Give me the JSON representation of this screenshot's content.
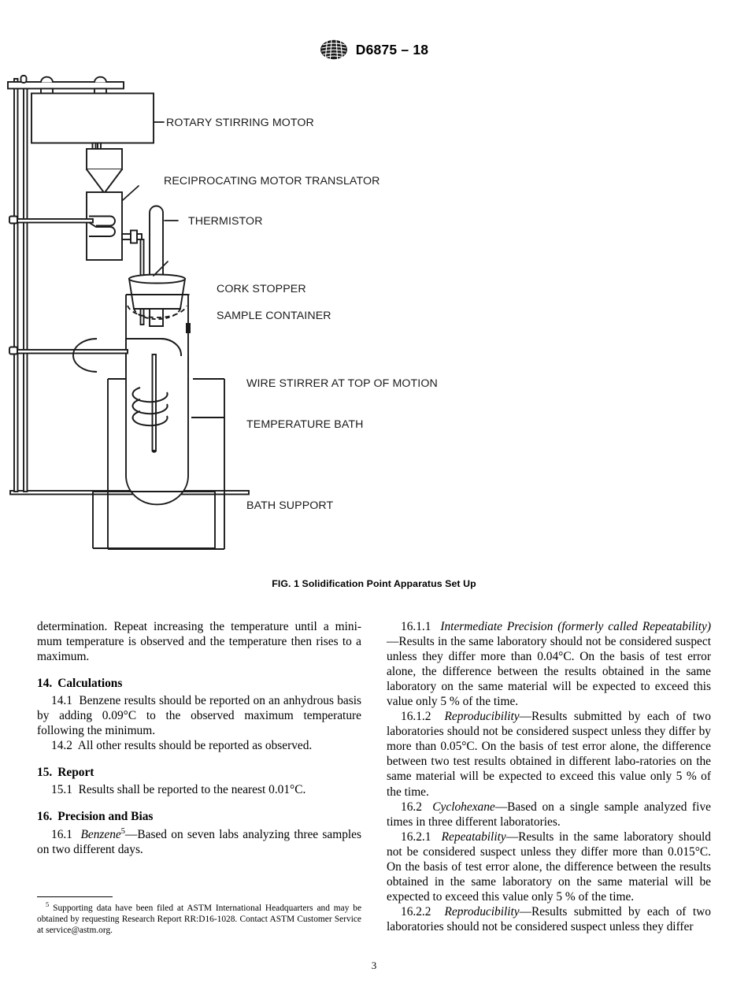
{
  "header": {
    "logo_icon": "astm-logo-icon",
    "designation": "D6875 – 18"
  },
  "figure": {
    "caption": "FIG. 1 Solidification Point Apparatus Set Up",
    "labels": {
      "rotary_stirring_motor": "ROTARY STIRRING MOTOR",
      "reciprocating_motor_translator": "RECIPROCATING MOTOR TRANSLATOR",
      "thermistor": "THERMISTOR",
      "cork_stopper": "CORK STOPPER",
      "sample_container": "SAMPLE CONTAINER",
      "wire_stirrer": "WIRE STIRRER AT TOP OF MOTION",
      "temperature_bath": "TEMPERATURE BATH",
      "bath_support": "BATH SUPPORT"
    }
  },
  "left_column": {
    "continued_paragraph": "determination. Repeat increasing the temperature until a mini-mum temperature is observed and the temperature then rises to a maximum.",
    "section_14": {
      "number": "14.",
      "title": "Calculations",
      "p1_num": "14.1",
      "p1_text": "Benzene results should be reported on an anhydrous basis by adding 0.09°C to the observed maximum temperature following the minimum.",
      "p2_num": "14.2",
      "p2_text": "All other results should be reported as observed."
    },
    "section_15": {
      "number": "15.",
      "title": "Report",
      "p1_num": "15.1",
      "p1_text": "Results shall be reported to the nearest 0.01°C."
    },
    "section_16": {
      "number": "16.",
      "title": "Precision and Bias",
      "p1_num": "16.1",
      "p1_term": "Benzene",
      "p1_footnote_marker": "5",
      "p1_text": "—Based on seven labs analyzing three samples on two different days."
    }
  },
  "right_column": {
    "p_16_1_1": {
      "number": "16.1.1",
      "term": "Intermediate Precision (formerly called Repeatability)",
      "text": "—Results in the same laboratory should not be considered suspect unless they differ more than 0.04°C. On the basis of test error alone, the difference between the results obtained in the same laboratory on the same material will be expected to exceed this value only 5 % of the time."
    },
    "p_16_1_2": {
      "number": "16.1.2",
      "term": "Reproducibility",
      "text": "—Results submitted by each of two laboratories should not be considered suspect unless they differ by more than 0.05°C. On the basis of test error alone, the difference between two test results obtained in different labo-ratories on the same material will be expected to exceed this value only 5 % of the time."
    },
    "p_16_2": {
      "number": "16.2",
      "term": "Cyclohexane",
      "text": "—Based on a single sample analyzed five times in three different laboratories."
    },
    "p_16_2_1": {
      "number": "16.2.1",
      "term": "Repeatability",
      "text": "—Results in the same laboratory should not be considered suspect unless they differ more than 0.015°C. On the basis of test error alone, the difference between the results obtained in the same laboratory on the same material will be expected to exceed this value only 5 % of the time."
    },
    "p_16_2_2": {
      "number": "16.2.2",
      "term": "Reproducibility",
      "text": "—Results submitted by each of two laboratories should not be considered suspect unless they differ"
    }
  },
  "footnote": {
    "marker": "5",
    "text": " Supporting data have been filed at ASTM International Headquarters and may be obtained by requesting Research Report RR:D16-1028. Contact ASTM Customer Service at service@astm.org."
  },
  "page_number": "3"
}
